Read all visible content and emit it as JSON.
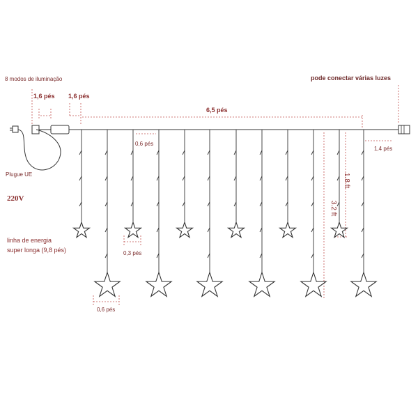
{
  "labels": {
    "lighting_modes": "8 modos de iluminação",
    "connect_multiple": "pode conectar várias luzes",
    "cord_segment_1": "1,6 pés",
    "cord_segment_2": "1,6 pés",
    "main_length": "6,5 pés",
    "end_length": "1,4 pés",
    "hook_gap": "0,6 pés",
    "plug_label": "Plugue UE",
    "voltage": "220V",
    "power_line_1": "linha de energia",
    "power_line_2": "super longa (9,8 pés)",
    "small_star_size": "0,3 pés",
    "large_star_size": "0,6 pés",
    "short_drop": "1.8 ft",
    "long_drop": "3.2 ft"
  },
  "colors": {
    "wire": "#3a3a3a",
    "dimension": "#c0504d",
    "text": "#8a2e2e"
  },
  "icons": {
    "plug": "eu-plug-icon",
    "controller": "controller-box-icon",
    "connector": "end-connector-icon",
    "star": "star-icon"
  }
}
